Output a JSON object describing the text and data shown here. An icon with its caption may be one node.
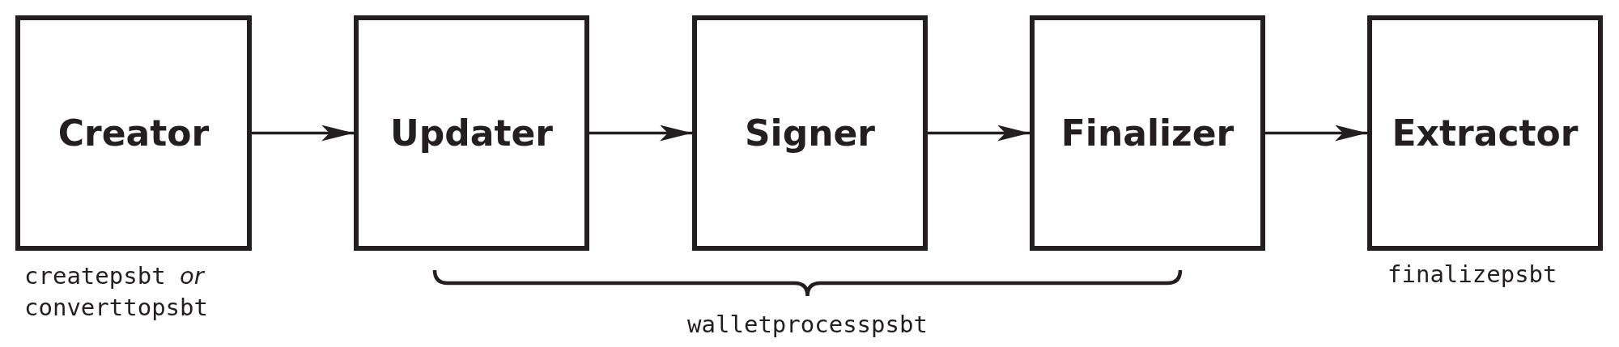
{
  "diagram": {
    "nodes": [
      {
        "text": [
          "Creator"
        ],
        "beside": [
          "createpsbt *or* converttopsbt"
        ]
      },
      {
        "text": [
          "Updater"
        ]
      },
      {
        "text": [
          "Signer"
        ]
      },
      {
        "text": [
          "Finalizer"
        ]
      },
      {
        "text": [
          "Extractor"
        ],
        "beside": [
          "finalizepsbt"
        ]
      }
    ],
    "edges": [
      {
        "from": 0,
        "to": 1,
        "arrow": "to"
      },
      {
        "from": 1,
        "to": 2,
        "arrow": "to"
      },
      {
        "from": 2,
        "to": 3,
        "arrow": "to"
      },
      {
        "from": 3,
        "to": 4,
        "arrow": "to"
      }
    ],
    "labels": [
      "walletprocesspsbt"
    ]
  }
}
